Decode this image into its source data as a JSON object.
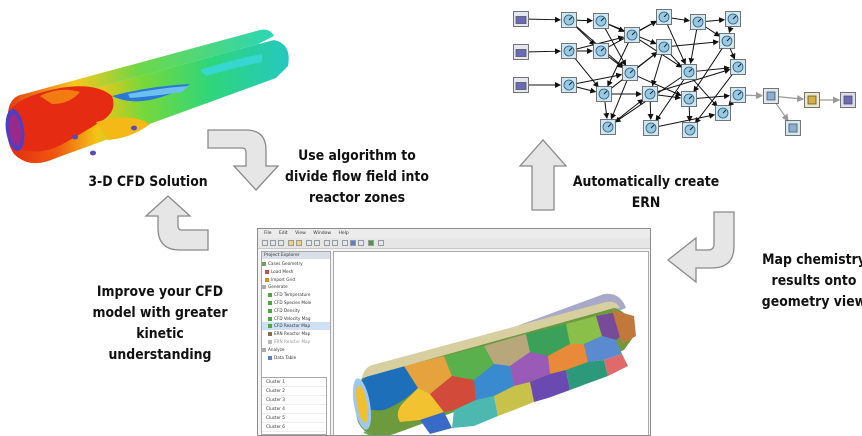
{
  "labels": {
    "cfd_solution": "3-D CFD Solution",
    "algorithm": [
      "Use algorithm to",
      "divide flow field into",
      "reactor zones"
    ],
    "create_ern": [
      "Automatically create",
      "ERN"
    ],
    "map_chemistry": [
      "Map chemistry",
      "results onto",
      "geometry view"
    ],
    "improve_cfd": [
      "Improve your CFD",
      "model with greater",
      "kinetic",
      "understanding"
    ]
  },
  "app_window": {
    "menu": [
      "File",
      "Edit",
      "View",
      "Window",
      "Help"
    ],
    "panel_title": "Project Explorer",
    "tree_items": [
      "Cases Geometry",
      "Load Mesh",
      "Import Grid",
      "Generate",
      "CFD Temperature",
      "CFD Species Mole",
      "CFD Density",
      "CFD Velocity Mag",
      "CFD Reactor Map",
      "ERN Reactor Map",
      "ERN Reactor Map",
      "Analyze",
      "Data Table"
    ],
    "lower_rows": [
      "Cluster 1",
      "Cluster 2",
      "Cluster 3",
      "Cluster 4",
      "Cluster 5",
      "Cluster 6"
    ]
  },
  "colors": {
    "arrow_fill": "#e6e6e6",
    "arrow_stroke": "#8a8a8a",
    "node_fill": "#cfe7f3",
    "edge": "#111111"
  }
}
